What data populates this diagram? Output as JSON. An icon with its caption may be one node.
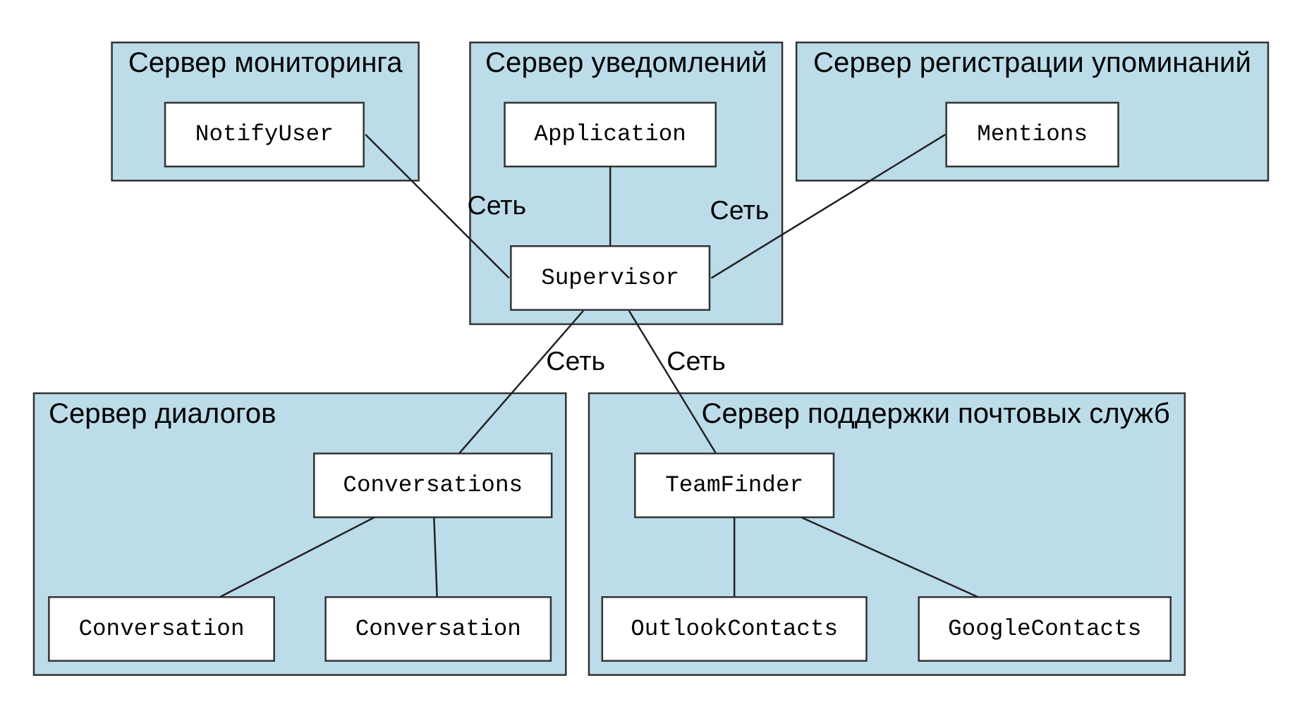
{
  "diagram": {
    "nodes": [
      {
        "text": [
          "Сервер мониторинга"
        ]
      },
      {
        "text": [
          "NotifyUser"
        ],
        "in": 0
      },
      {
        "text": [
          "Сервер уведомлений"
        ]
      },
      {
        "text": [
          "Application"
        ],
        "in": 2
      },
      {
        "text": [
          "Supervisor"
        ],
        "in": 2
      },
      {
        "text": [
          "Сервер регистрации упоминаний"
        ]
      },
      {
        "text": [
          "Mentions"
        ],
        "in": 5
      },
      {
        "text": [
          "Сервер диалогов"
        ]
      },
      {
        "text": [
          "Conversations"
        ],
        "in": 7
      },
      {
        "text": [
          "Conversation"
        ],
        "in": 7
      },
      {
        "text": [
          "Conversation"
        ],
        "in": 7
      },
      {
        "text": [
          "Сервер поддержки почтовых служб"
        ]
      },
      {
        "text": [
          "TeamFinder"
        ],
        "in": 11
      },
      {
        "text": [
          "OutlookContacts"
        ],
        "in": 11
      },
      {
        "text": [
          "GoogleContacts"
        ],
        "in": 11
      }
    ],
    "edges": [
      {
        "from": 1,
        "to": 4,
        "arrow": "none",
        "label": "Сеть"
      },
      {
        "from": 3,
        "to": 4,
        "arrow": "none"
      },
      {
        "from": 4,
        "to": 6,
        "arrow": "none",
        "label": "Сеть"
      },
      {
        "from": 4,
        "to": 8,
        "arrow": "none",
        "label": "Сеть"
      },
      {
        "from": 4,
        "to": 12,
        "arrow": "none",
        "label": "Сеть"
      },
      {
        "from": 8,
        "to": 9,
        "arrow": "none"
      },
      {
        "from": 8,
        "to": 10,
        "arrow": "none"
      },
      {
        "from": 12,
        "to": 13,
        "arrow": "none"
      },
      {
        "from": 12,
        "to": 14,
        "arrow": "none"
      }
    ]
  }
}
